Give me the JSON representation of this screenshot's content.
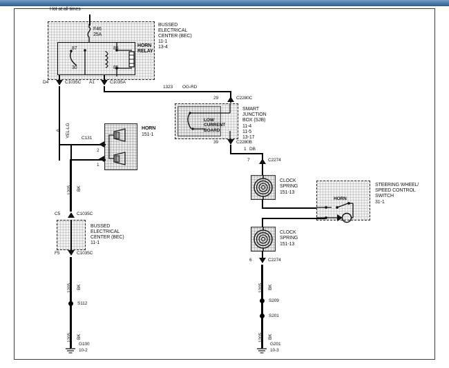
{
  "diagram": {
    "title_bar": "",
    "notes": {
      "hot_at_all_times": "Hot at all times"
    },
    "components": [
      {
        "id": "bec-top",
        "name": "BUSSED\nELECTRICAL\nCENTER (BEC)",
        "refs": "11-1\n13-4",
        "sub_label": "HORN\nRELAY",
        "fuse": "F46\n25A",
        "terminals": [
          "87",
          "86",
          "30",
          "85"
        ]
      },
      {
        "id": "sjb",
        "name": "SMART\nJUNCTION\nBOX (SJB)",
        "refs": "11-4\n11-5\n13-17",
        "inner_label": "LOW\nCURRENT\nBOARD"
      },
      {
        "id": "horn",
        "name": "HORN",
        "refs": "151-1",
        "connector": "C131",
        "pins": [
          "2",
          "1"
        ]
      },
      {
        "id": "clock-spring-1",
        "name": "CLOCK\nSPRING",
        "refs": "151-13"
      },
      {
        "id": "clock-spring-2",
        "name": "CLOCK\nSPRING",
        "refs": "151-13"
      },
      {
        "id": "steering-switch",
        "name": "STEERING WHEEL/\nSPEED CONTROL\nSWITCH",
        "refs": "31-1",
        "inner_label": "HORN"
      },
      {
        "id": "bec-bottom",
        "name": "BUSSED\nELECTRICAL\nCENTER (BEC)",
        "refs": "11-1"
      }
    ],
    "connectors": [
      {
        "id": "c1035c-d4",
        "pin": "D4",
        "name": "C1035C"
      },
      {
        "id": "c1035a-a1",
        "pin": "A1",
        "name": "C1035A"
      },
      {
        "id": "c2280c-29",
        "pin": "29",
        "name": "C2280C"
      },
      {
        "id": "c2280b-39",
        "pin": "39",
        "name": "C2280B"
      },
      {
        "id": "c2274-7",
        "pin": "7",
        "name": "C2274"
      },
      {
        "id": "c2274-6",
        "pin": "6",
        "name": "C2274"
      },
      {
        "id": "c1035c-c5",
        "pin": "C5",
        "name": "C1035C"
      },
      {
        "id": "c1035c-f5",
        "pin": "F5",
        "name": "C1035C"
      }
    ],
    "wires": [
      {
        "id": "w-1323",
        "number": "1323",
        "color": "OG-RD"
      },
      {
        "id": "w-1-db",
        "number": "1",
        "color": "DB"
      },
      {
        "id": "w-6",
        "number": "6",
        "color": "YEL-LG"
      },
      {
        "id": "w-1205-a",
        "number": "1205",
        "color": "BK"
      },
      {
        "id": "w-1205-b",
        "number": "1205",
        "color": "BK"
      },
      {
        "id": "w-1205-c",
        "number": "1205",
        "color": "BK"
      },
      {
        "id": "w-1205-d",
        "number": "1205",
        "color": "BK"
      },
      {
        "id": "w-1205-e",
        "number": "1205",
        "color": "BK"
      }
    ],
    "splices": [
      {
        "id": "s112",
        "label": "S112"
      },
      {
        "id": "s209",
        "label": "S209"
      },
      {
        "id": "s201",
        "label": "S201"
      }
    ],
    "grounds": [
      {
        "id": "g100",
        "label": "G100",
        "refs": "10-2"
      },
      {
        "id": "g201",
        "label": "G201",
        "refs": "10-3"
      }
    ]
  }
}
